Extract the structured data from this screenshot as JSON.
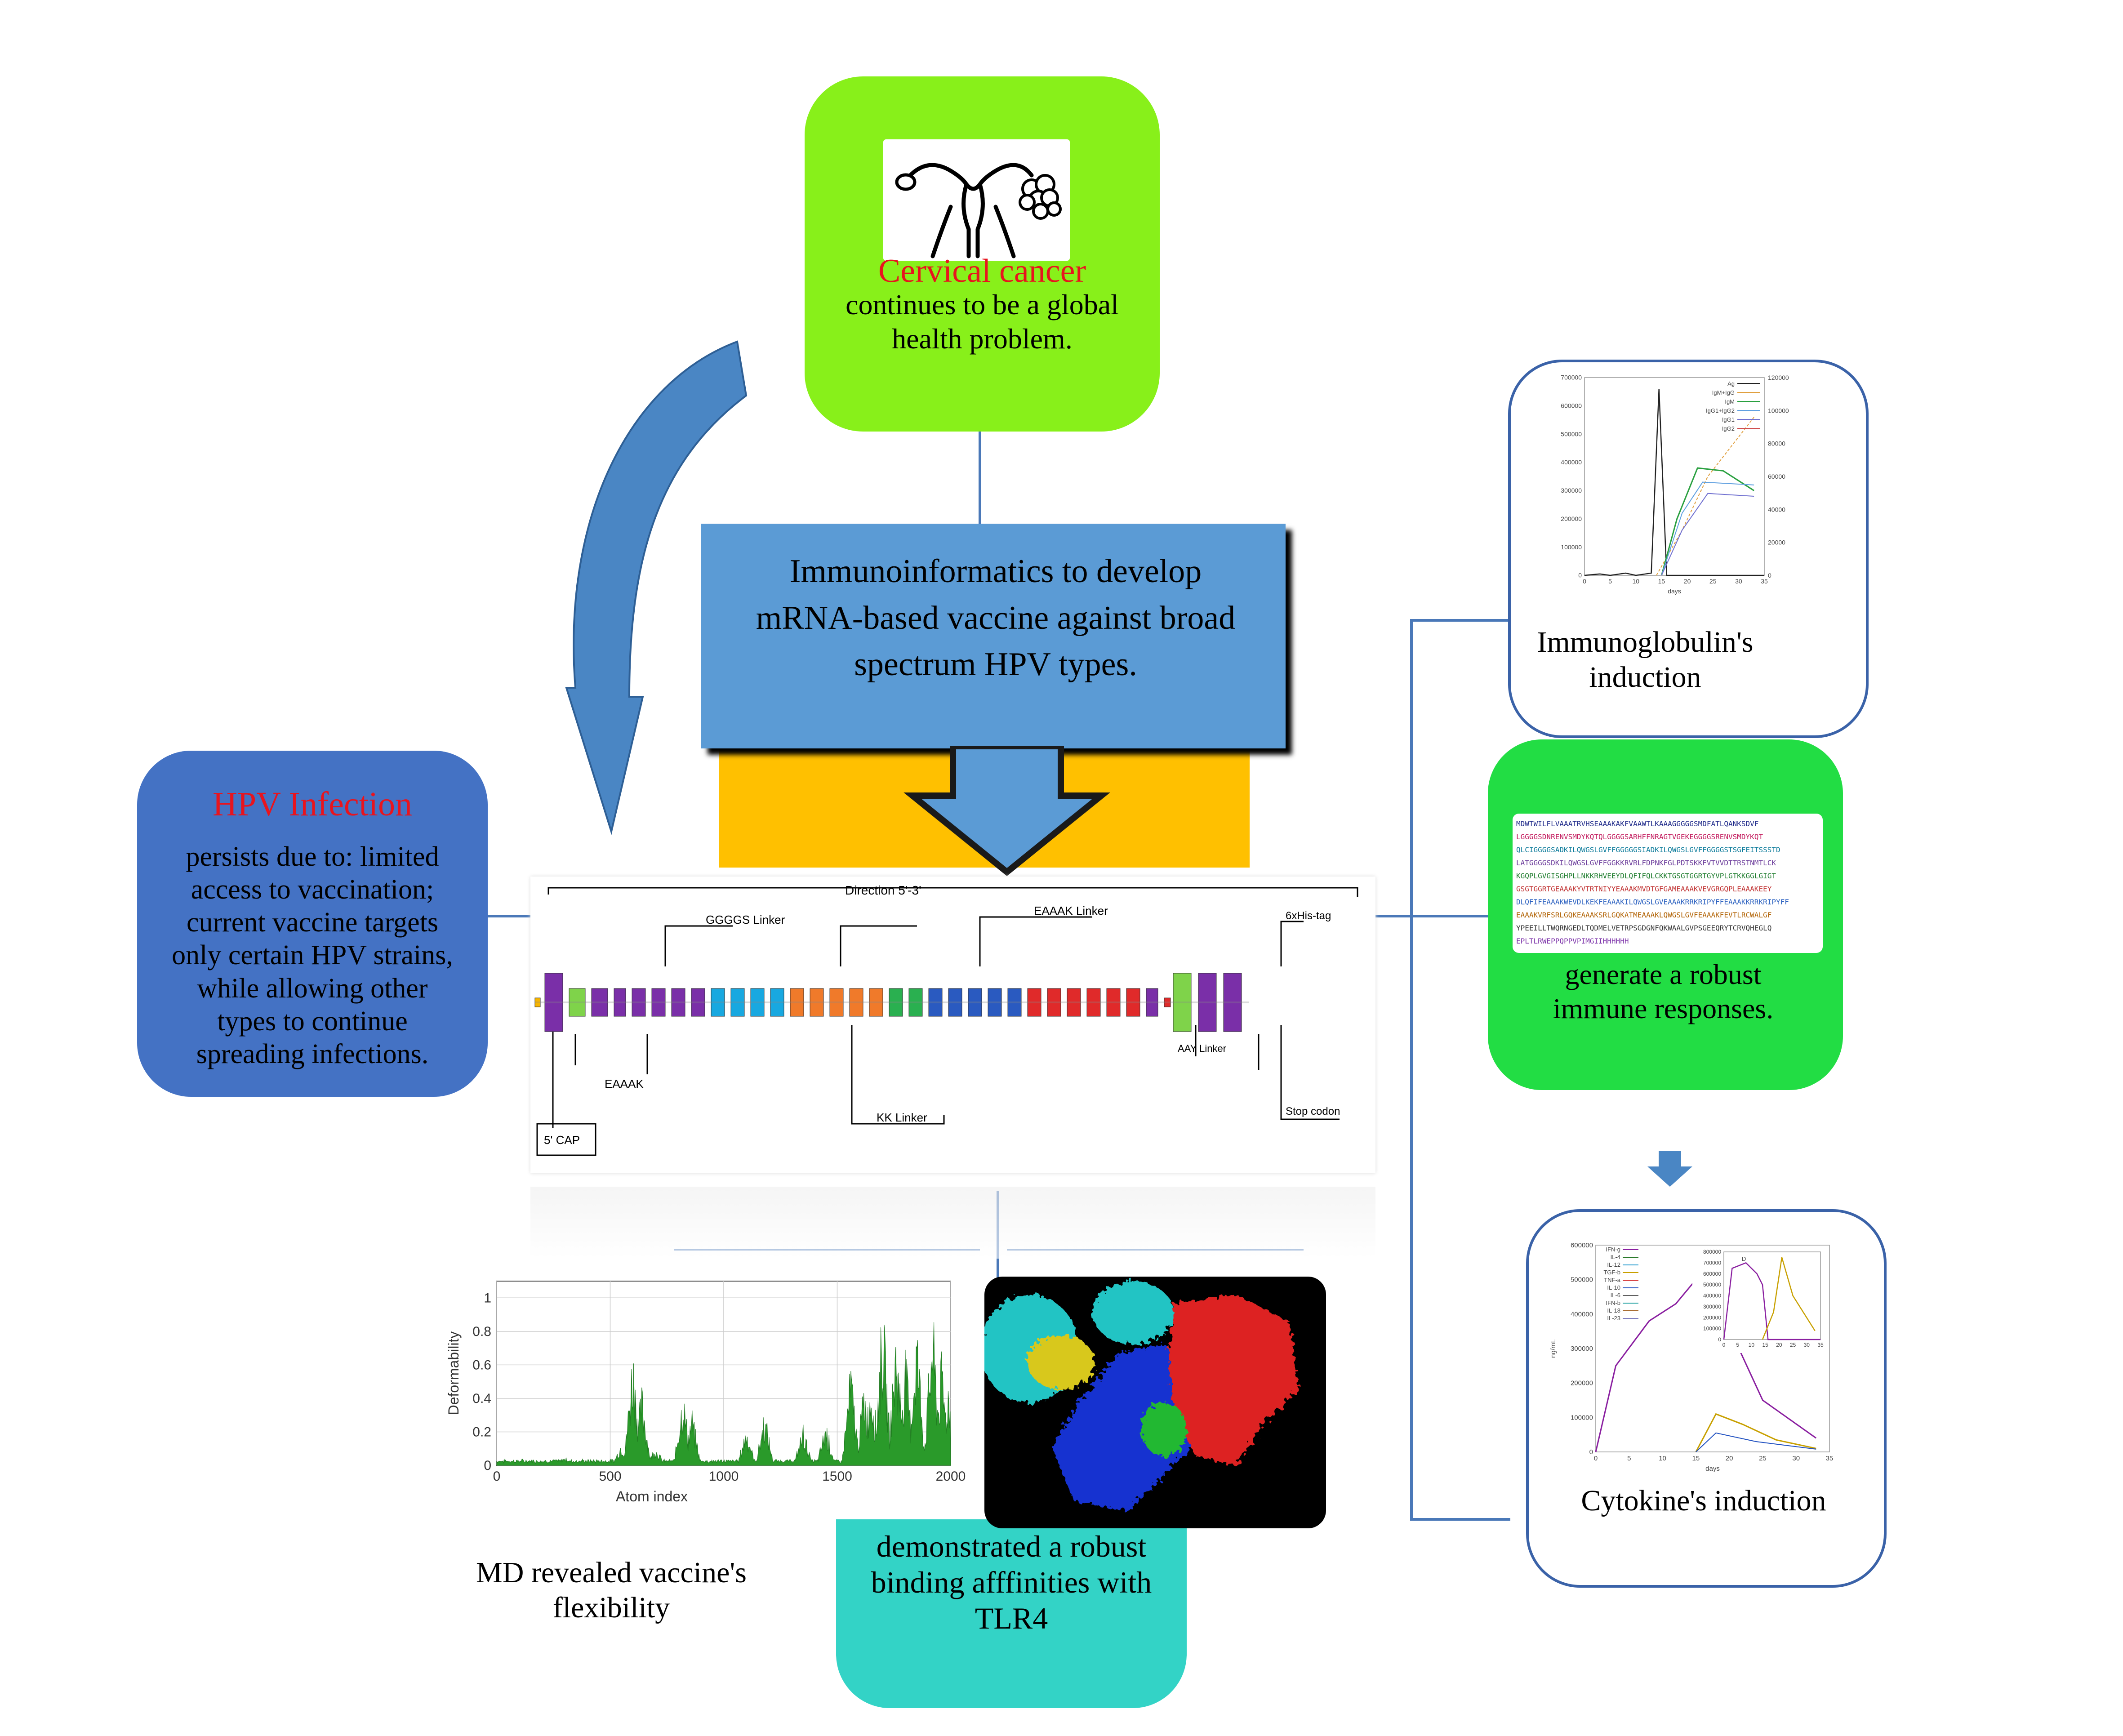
{
  "cervical_box": {
    "title": "Cervical cancer",
    "body": "continues to be a global health problem."
  },
  "main_box": {
    "text": "Immunoinformatics to develop mRNA-based vaccine against broad spectrum HPV types."
  },
  "hpv_box": {
    "title": "HPV Infection",
    "body": "persists due to: limited access to vaccination; current vaccine targets only certain HPV strains, while allowing other types to continue spreading infections."
  },
  "construct": {
    "labels": {
      "direction": "Direction 5'-3'",
      "gggs_linker": "GGGGS Linker",
      "eaaak_top": "EAAAK Linker",
      "eaaak_left": "EAAAK",
      "kk_linker": "KK Linker",
      "aay_linker": "AAY Linker",
      "his_tag": "6xHis-tag",
      "five_cap": "5' CAP",
      "stop_codon": "Stop codon"
    }
  },
  "immunoglobulin_box": {
    "caption": "Immunoglobulin's induction"
  },
  "sequence_box": {
    "caption": "generate a robust immune responses.",
    "lines": [
      "MDWTWILFLVAAATRVHSEAAAKAKFVAAWTLKAAAGGGGGSMDFATLQANKSDVF",
      "LGGGGSDNRENVSMDYKQTQLGGGGSARHFFNRAGTVGEKEGGGGSRENVSMDYKQT",
      "QLCIGGGGSADKILQWGSLGVFFGGGGGSIADKILQWGSLGVFFGGGGSTSGFEITSSSTD",
      "LATGGGGSDKILQWGSLGVFFGGKKRVRLFDPNKFGLPDTSKKFVTVVDTTRSTNMTLCK",
      "KGQPLGVGISGHPLLNKKRHVEEYDLQFIFQLCKKTGSGTGGRTGYVPLGTKKGGLGIGT",
      "GSGTGGRTGEAAAKYVTRTNIYYEAAAKMVDTGFGAMEAAAKVEVGRGQPLEAAAKEEY",
      "DLQFIFEAAAKWEVDLKEKFEAAAKILQWGSLGVEAAAKRRKRIPYFFEAAAKKRRKRIPYFF",
      "EAAAKVRFSRLGQKEAAAKSRLGQKATMEAAAKLQWGSLGVFEAAAKFEVTLRCWALGF",
      "YPEEILLTWQRNGEDLTQDMELVETRPSGDGNFQKWAALGVPSGEEQRYTCRVQHEGLQ",
      "EPLTLRWEPPQPPVPIMGIIHHHHHH"
    ]
  },
  "cytokine_box": {
    "caption": "Cytokine's induction"
  },
  "md_caption": "MD revealed vaccine's flexibility",
  "docking_caption": "demonstrated a robust binding afffinities with TLR4",
  "ig_chart": {
    "chart_data": {
      "type": "line",
      "x_ticks": [
        "0",
        "5",
        "10",
        "15",
        "20",
        "25",
        "30",
        "35"
      ],
      "xlabel": "days",
      "y_ticks": [
        "0",
        "100000",
        "200000",
        "300000",
        "400000",
        "500000",
        "600000",
        "700000"
      ],
      "y2_ticks": [
        "0",
        "20000",
        "40000",
        "60000",
        "80000",
        "100000",
        "120000"
      ],
      "legend": [
        "Ag",
        "IgM+IgG",
        "IgM",
        "IgG1+IgG2",
        "IgG1",
        "IgG2"
      ],
      "series_colors": [
        "#222222",
        "#e0a040",
        "#2aa040",
        "#60a0e0",
        "#7070d0",
        "#d05050"
      ],
      "ag": [
        [
          0,
          0
        ],
        [
          3,
          5000
        ],
        [
          5,
          0
        ],
        [
          8,
          8000
        ],
        [
          10,
          0
        ],
        [
          13,
          8000
        ],
        [
          14.5,
          660000
        ],
        [
          16,
          0
        ],
        [
          35,
          0
        ]
      ],
      "igm_igg": [
        [
          14,
          0
        ],
        [
          19,
          160000
        ],
        [
          24,
          350000
        ],
        [
          33,
          560000
        ]
      ],
      "igm": [
        [
          15,
          0
        ],
        [
          18,
          200000
        ],
        [
          22,
          380000
        ],
        [
          27,
          370000
        ],
        [
          33,
          300000
        ]
      ],
      "igg1_igg2": [
        [
          15,
          0
        ],
        [
          19,
          220000
        ],
        [
          23,
          330000
        ],
        [
          33,
          320000
        ]
      ],
      "igg1": [
        [
          15,
          0
        ],
        [
          19,
          160000
        ],
        [
          24,
          290000
        ],
        [
          33,
          280000
        ]
      ]
    }
  },
  "cyto_chart": {
    "chart_data": {
      "type": "line",
      "x_ticks": [
        "0",
        "5",
        "10",
        "15",
        "20",
        "25",
        "30",
        "35"
      ],
      "xlabel": "days",
      "ylabel": "ng/mL",
      "y_ticks": [
        "0",
        "100000",
        "200000",
        "300000",
        "400000",
        "500000",
        "600000"
      ],
      "legend": [
        "IFN-g",
        "IL-4",
        "IL-12",
        "TGF-b",
        "TNF-a",
        "IL-10",
        "IL-6",
        "IFN-b",
        "IL-18",
        "IL-23"
      ],
      "legend_colors": [
        "#8a1fa0",
        "#2a7a2a",
        "#30a0d0",
        "#c8a000",
        "#d02020",
        "#2050c0",
        "#606060",
        "#20a0a0",
        "#a06020",
        "#8080c0"
      ],
      "inset": {
        "x_ticks": [
          "0",
          "5",
          "10",
          "15",
          "20",
          "25",
          "30",
          "35"
        ],
        "y_ticks": [
          "0",
          "100000",
          "200000",
          "300000",
          "400000",
          "500000",
          "600000",
          "700000",
          "800000"
        ],
        "legend": [
          "D"
        ]
      },
      "ifng": [
        [
          0,
          0
        ],
        [
          3,
          250000
        ],
        [
          8,
          380000
        ],
        [
          12,
          430000
        ],
        [
          15,
          500000
        ],
        [
          20,
          360000
        ],
        [
          25,
          150000
        ],
        [
          33,
          40000
        ]
      ],
      "tgfb": [
        [
          15,
          0
        ],
        [
          18,
          110000
        ],
        [
          22,
          80000
        ],
        [
          27,
          35000
        ],
        [
          33,
          10000
        ]
      ],
      "il10": [
        [
          15,
          0
        ],
        [
          18,
          55000
        ],
        [
          24,
          30000
        ],
        [
          33,
          8000
        ]
      ]
    }
  },
  "deform_chart": {
    "chart_data": {
      "type": "area",
      "xlabel": "Atom index",
      "ylabel": "Deformability",
      "x_ticks": [
        "0",
        "500",
        "1000",
        "1500",
        "2000"
      ],
      "y_ticks": [
        "0",
        "0.2",
        "0.4",
        "0.6",
        "0.8",
        "1"
      ],
      "xlim": [
        0,
        2000
      ],
      "ylim": [
        0,
        1.1
      ],
      "peaks": [
        [
          100,
          0.03
        ],
        [
          300,
          0.05
        ],
        [
          550,
          0.15
        ],
        [
          600,
          0.78
        ],
        [
          640,
          0.5
        ],
        [
          700,
          0.12
        ],
        [
          820,
          0.5
        ],
        [
          860,
          0.35
        ],
        [
          1100,
          0.25
        ],
        [
          1180,
          0.35
        ],
        [
          1350,
          0.25
        ],
        [
          1450,
          0.28
        ],
        [
          1560,
          0.65
        ],
        [
          1620,
          0.55
        ],
        [
          1650,
          0.6
        ],
        [
          1700,
          1.05
        ],
        [
          1760,
          0.9
        ],
        [
          1800,
          0.75
        ],
        [
          1850,
          0.95
        ],
        [
          1920,
          1.0
        ],
        [
          1960,
          0.7
        ],
        [
          1990,
          0.55
        ]
      ]
    }
  },
  "colors": {
    "cervical_green": "#88f01a",
    "main_blue": "#5b9bd5",
    "arrow_blue": "#4a86c4",
    "hpv_blue": "#4472c4",
    "construct_yellow": "#ffc000",
    "sequence_green": "#22dd44",
    "docking_teal": "#33d3c6",
    "title_red": "#e8141e",
    "connector": "#4a78b8"
  }
}
